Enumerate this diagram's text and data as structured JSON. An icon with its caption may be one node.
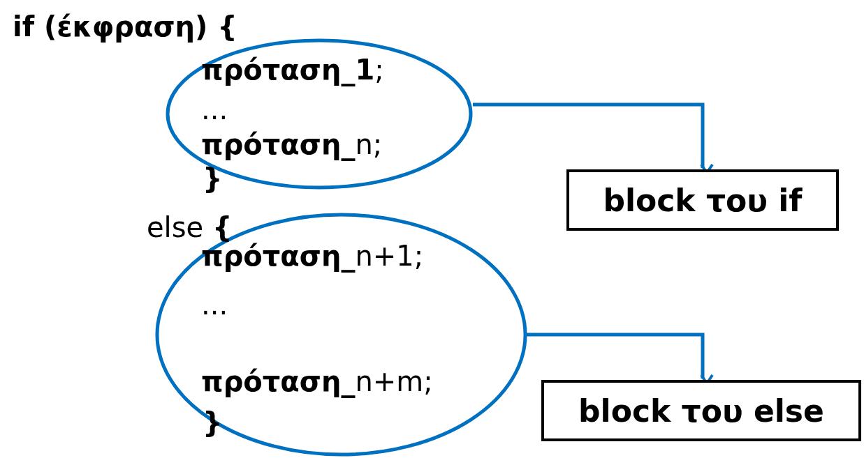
{
  "diagram": {
    "nodes": [
      {
        "text": [
          "**πρόταση_1**;",
          "...",
          "**πρόταση_**n;"
        ]
      },
      {
        "text": [
          "block του if"
        ]
      },
      {
        "text": [
          "**πρόταση_**n+1;",
          "...",
          "**πρόταση_**n+m;"
        ]
      },
      {
        "text": [
          "block του else"
        ]
      }
    ],
    "edges": [
      {
        "from": 0,
        "to": 1,
        "arrow": "to"
      },
      {
        "from": 2,
        "to": 3,
        "arrow": "to"
      }
    ],
    "labels": [
      "if (έκφραση) {",
      "}",
      "else **{**",
      "}"
    ]
  }
}
